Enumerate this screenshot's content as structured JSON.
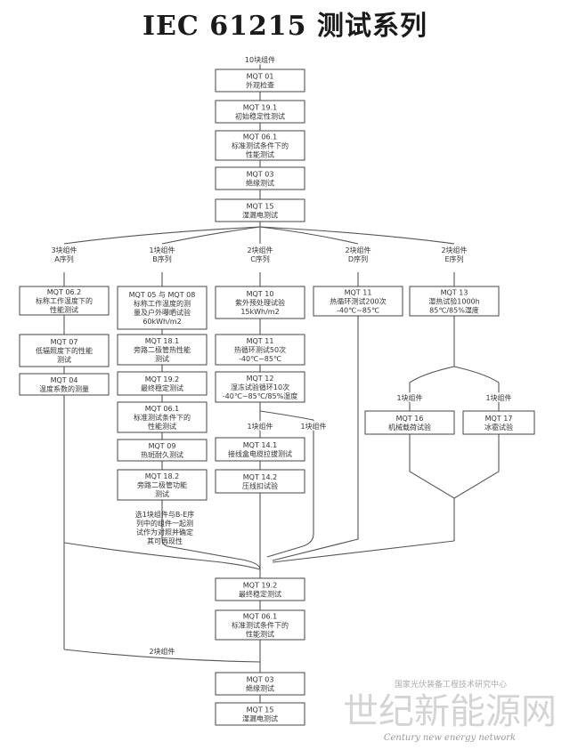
{
  "title": "IEC 61215 测试系列",
  "labels": {
    "top": "10块组件",
    "colA": [
      "3块组件",
      "A序列"
    ],
    "colB": [
      "1块组件",
      "B序列"
    ],
    "colC": [
      "2块组件",
      "C序列"
    ],
    "colD": [
      "2块组件",
      "D序列"
    ],
    "colE": [
      "2块组件",
      "E序列"
    ],
    "c1": "1块组件",
    "c2": "1块组件",
    "e1": "1块组件",
    "e2": "1块组件",
    "note": [
      "选1块组件与B-E序",
      "列中的组件一起测",
      "试作为对照并确定",
      "其可再现性"
    ],
    "two": "2块组件"
  },
  "boxes": {
    "b01": [
      "MQT 01",
      "外观检查"
    ],
    "b191": [
      "MQT 19.1",
      "初始稳定性测试"
    ],
    "b061a": [
      "MQT 06.1",
      "标准测试条件下的",
      "性能测试"
    ],
    "b03a": [
      "MQT 03",
      "绝缘测试"
    ],
    "b15a": [
      "MQT 15",
      "湿漏电测试"
    ],
    "a062": [
      "MQT 06.2",
      "标称工作温度下的",
      "性能测试"
    ],
    "a07": [
      "MQT 07",
      "低辐照度下的性能",
      "测试"
    ],
    "a04": [
      "MQT 04",
      "温度系数的测量"
    ],
    "b0508": [
      "MQT 05 与 MQT 08",
      "标称工作温度的测",
      "量及户外曝晒试验",
      "60kWh/m2"
    ],
    "b181": [
      "MQT 18.1",
      "旁路二极管热性能",
      "测试"
    ],
    "b192b": [
      "MQT 19.2",
      "最终稳定测试"
    ],
    "b061b": [
      "MQT 06.1",
      "标准测试条件下的",
      "性能测试"
    ],
    "b09": [
      "MQT 09",
      "热斑耐久测试"
    ],
    "b182": [
      "MQT 18.2",
      "旁路二极管功能",
      "测试"
    ],
    "c10": [
      "MQT 10",
      "紫外预处理试验",
      "15kWh/m2"
    ],
    "c11": [
      "MQT 11",
      "热循环测试50次",
      "-40℃~85℃"
    ],
    "c12": [
      "MQT 12",
      "湿冻试验循环10次",
      "-40℃~85℃/85%湿度"
    ],
    "c141": [
      "MQT 14.1",
      "接线盒电缆拉拔测试"
    ],
    "c142": [
      "MQT 14.2",
      "压线扣试验"
    ],
    "d11": [
      "MQT 11",
      "热循环测试200次",
      "-40℃~85℃"
    ],
    "e13": [
      "MQT 13",
      "湿热试验1000h",
      "85℃/85%湿度"
    ],
    "e16": [
      "MQT 16",
      "机械载荷试验"
    ],
    "e17": [
      "MQT 17",
      "冰雹试验"
    ],
    "f192": [
      "MQT 19.2",
      "最终稳定测试"
    ],
    "f061": [
      "MQT 06.1",
      "标准测试条件下的",
      "性能测试"
    ],
    "f03": [
      "MQT 03",
      "绝缘测试"
    ],
    "f15": [
      "MQT 15",
      "湿漏电测试"
    ]
  },
  "watermark": {
    "top": "国家光伏装备工程技术研究中心",
    "main": "世纪新能源网",
    "sub": "Century new energy network"
  }
}
